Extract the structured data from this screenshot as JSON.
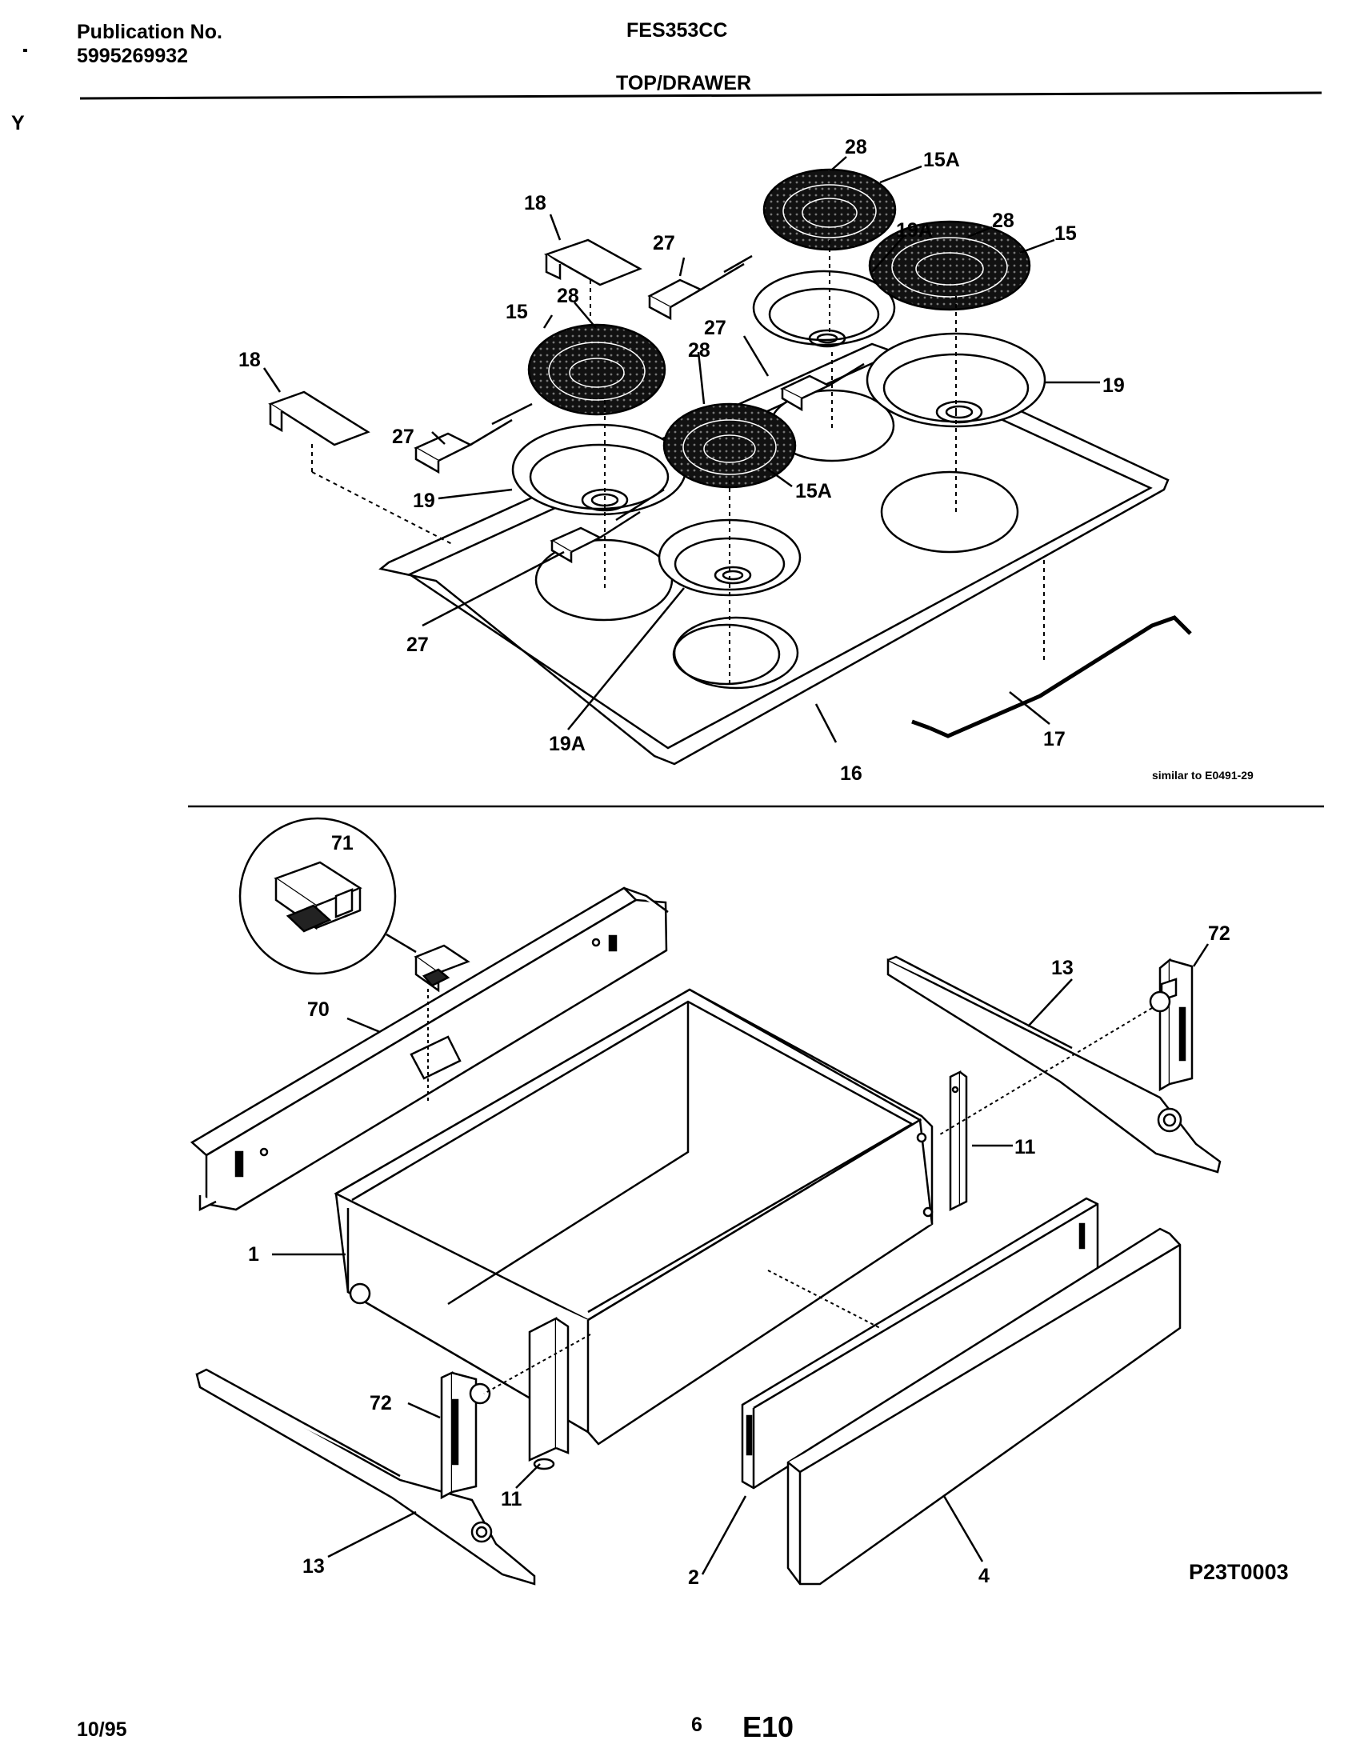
{
  "header": {
    "publication_label": "Publication No.",
    "publication_number": "5995269932",
    "model": "FES353CC",
    "section": "TOP/DRAWER"
  },
  "top_diagram": {
    "callouts": {
      "c28a": "28",
      "c15a_top": "15A",
      "c18a": "18",
      "c27a": "27",
      "c19a_top": "19A",
      "c28b": "28",
      "c15_right": "15",
      "c28c": "28",
      "c15_left": "15",
      "c27b": "27",
      "c28d": "28",
      "c18b": "18",
      "c19_right": "19",
      "c27c": "27",
      "c19_left": "19",
      "c15a_mid": "15A",
      "c27d": "27",
      "c19a_bottom": "19A",
      "c16": "16",
      "c17": "17"
    },
    "note": "similar to E0491-29"
  },
  "bottom_diagram": {
    "callouts": {
      "c71": "71",
      "c70": "70",
      "c72_right": "72",
      "c13_right": "13",
      "c11_right": "11",
      "c1": "1",
      "c72_left": "72",
      "c11_left": "11",
      "c13_left": "13",
      "c2": "2",
      "c4": "4"
    },
    "code": "P23T0003"
  },
  "footer": {
    "date": "10/95",
    "page": "6",
    "section_code": "E10"
  }
}
